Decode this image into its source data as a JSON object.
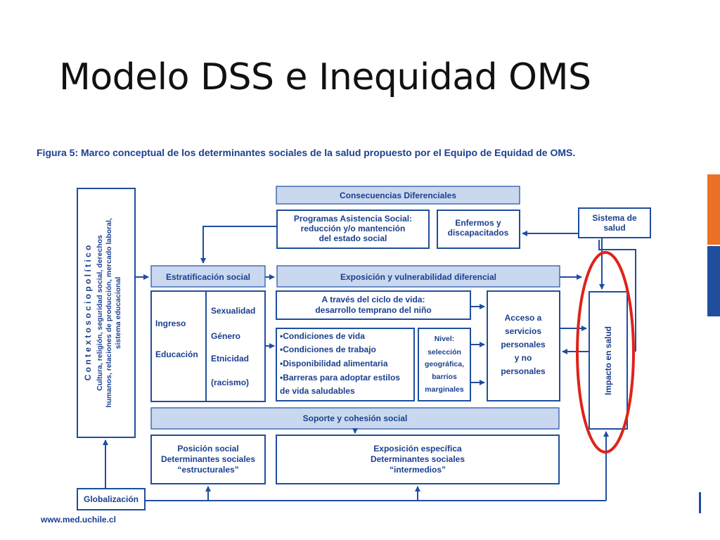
{
  "slide": {
    "title": "Modelo DSS e Inequidad OMS",
    "caption": "Figura 5:  Marco conceptual de los determinantes sociales de la salud propuesto por el Equipo de Equidad de OMS.",
    "footer_url": "www.med.uchile.cl"
  },
  "diagram": {
    "contexto_title": "C o n t e x t o   s o c i o p o l í t i c o",
    "contexto_lines": [
      "Cultura, religión, seguridad social, derechos",
      "humanos, relaciones de producción, mercado laboral,",
      "sistema educacional"
    ],
    "consecuencias": "Consecuencias Diferenciales",
    "programas": [
      "Programas Asistencia Social:",
      "reducción y/o mantención",
      "del estado social"
    ],
    "enfermos": [
      "Enfermos y",
      "discapacitados"
    ],
    "sistema_salud": [
      "Sistema de",
      "salud"
    ],
    "estratificacion": "Estratificación social",
    "exposicion_vuln": "Exposición y vulnerabilidad diferencial",
    "ingreso": "Ingreso",
    "educacion": "Educación",
    "sexualidad": "Sexualidad",
    "genero": "Género",
    "etnicidad": "Etnicidad",
    "racismo": "(racismo)",
    "ciclo_vida": [
      "A través del ciclo de vida:",
      "desarrollo temprano del niño"
    ],
    "condiciones": [
      "•Condiciones de vida",
      "•Condiciones de trabajo",
      "•Disponibilidad alimentaria",
      "•Barreras para adoptar estilos",
      "de vida saludables"
    ],
    "nivel": [
      "Nivel:",
      "selección",
      "geográfica,",
      "barrios",
      "marginales"
    ],
    "acceso": [
      "Acceso a",
      "servicios",
      "personales",
      "y no",
      "personales"
    ],
    "impacto": "Impacto en salud",
    "soporte": "Soporte y cohesión social",
    "posicion": [
      "Posición social",
      "Determinantes sociales",
      "“estructurales”"
    ],
    "exposicion_esp": [
      "Exposición específica",
      "Determinantes sociales",
      "“intermedios”"
    ],
    "globalizacion": "Globalización"
  }
}
